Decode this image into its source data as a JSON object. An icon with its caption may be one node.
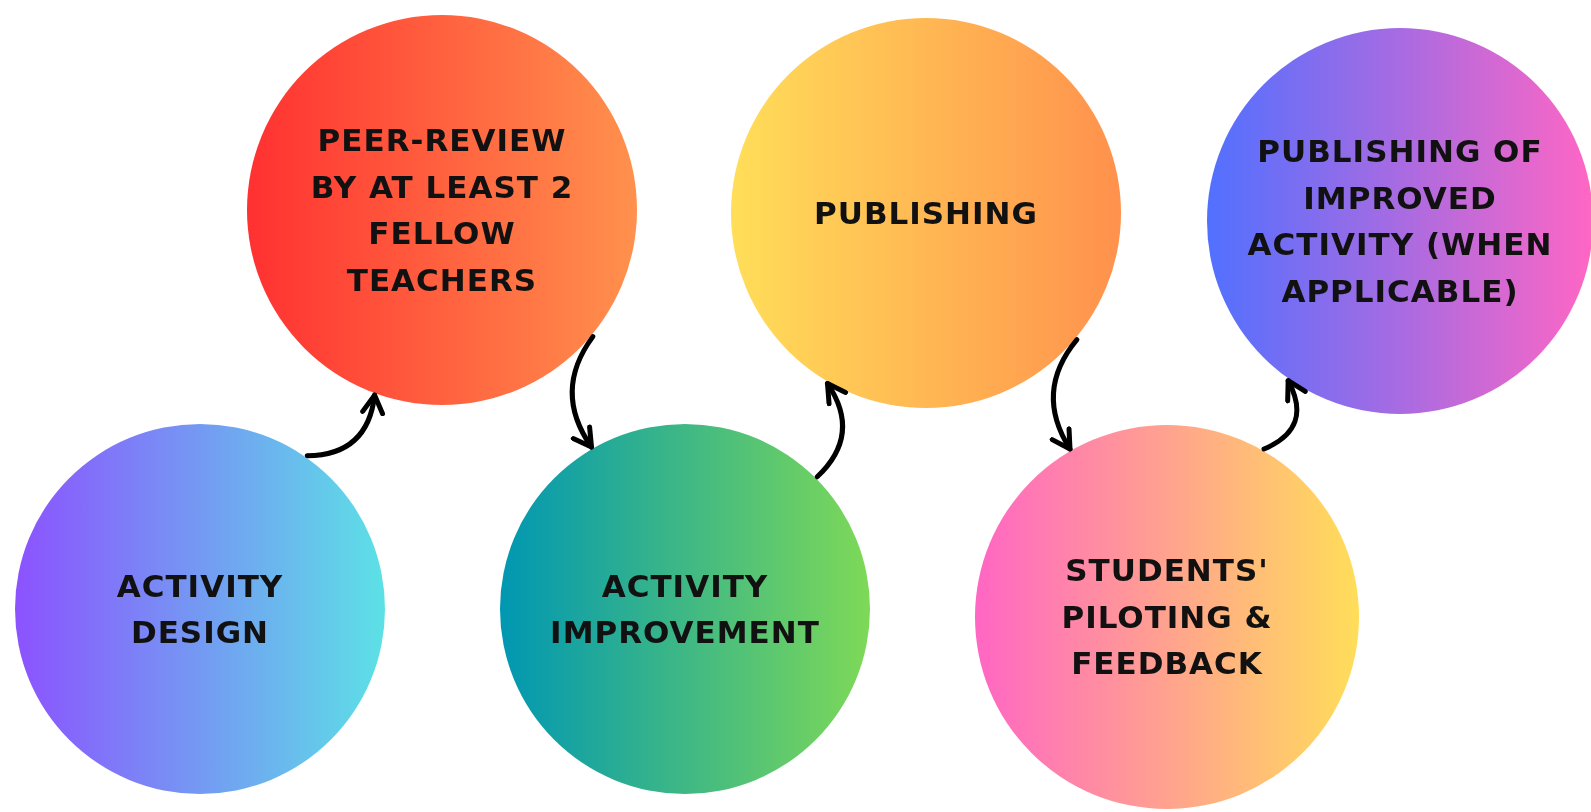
{
  "diagram": {
    "nodes": [
      {
        "text": [
          "ACTIVITY DESIGN"
        ]
      },
      {
        "text": [
          "PEER-REVIEW BY AT LEAST 2 FELLOW TEACHERS"
        ]
      },
      {
        "text": [
          "ACTIVITY IMPROVEMENT"
        ]
      },
      {
        "text": [
          "PUBLISHING"
        ]
      },
      {
        "text": [
          "STUDENTS' PILOTING & FEEDBACK"
        ]
      },
      {
        "text": [
          "PUBLISHING OF IMPROVED ACTIVITY (WHEN APPLICABLE)"
        ]
      }
    ],
    "edges": [
      {
        "from": 0,
        "to": 1,
        "arrow": "to"
      },
      {
        "from": 1,
        "to": 2,
        "arrow": "to"
      },
      {
        "from": 2,
        "to": 3,
        "arrow": "to"
      },
      {
        "from": 3,
        "to": 4,
        "arrow": "to"
      },
      {
        "from": 4,
        "to": 5,
        "arrow": "to"
      }
    ]
  }
}
